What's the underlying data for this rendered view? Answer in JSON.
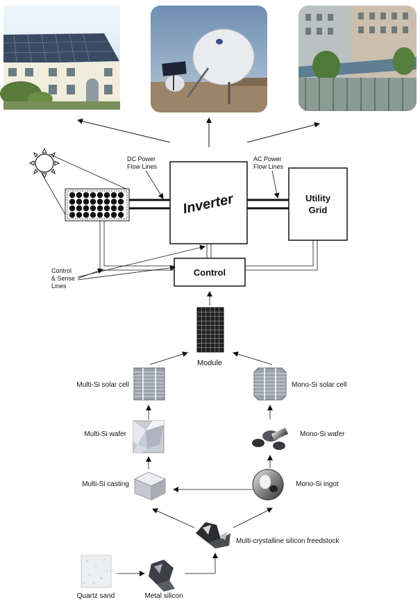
{
  "photos": {
    "house": "house-with-rooftop-solar-photo",
    "dish": "satellite-dish-with-solar-panel-photo",
    "building": "building-with-solar-canopy-photo"
  },
  "system": {
    "inverter": "Inverter",
    "utility_line1": "Utility",
    "utility_line2": "Grid",
    "control": "Control",
    "dc_line1": "DC Power",
    "dc_line2": "Flow Lines",
    "ac_line1": "AC Power",
    "ac_line2": "Flow Lines",
    "cs_line1": "Control",
    "cs_line2": "& Sense",
    "cs_line3": "Lines"
  },
  "chain": {
    "module": "Module",
    "multi_cell": "Multi-Si solar cell",
    "mono_cell": "Mono-Si solar cell",
    "multi_wafer": "Multi-Si wafer",
    "mono_wafer": "Mono-Si wafer",
    "multi_casting": "Multi-Si casting",
    "mono_ingot": "Mono-Si ingot",
    "feedstock": "Multi-crystalline silicon freedstock",
    "quartz": "Quartz sand",
    "metal": "Metal silicon"
  }
}
